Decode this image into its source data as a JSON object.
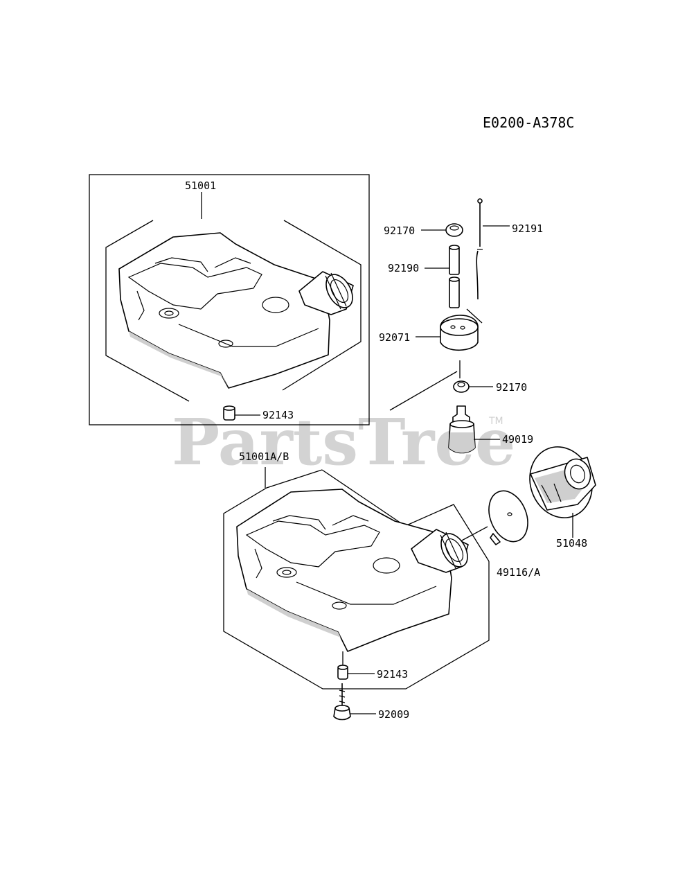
{
  "diagram_code": "E0200-A378C",
  "watermark": {
    "text": "PartsTree",
    "trademark": "TM"
  },
  "callouts": {
    "tank_upper": "51001",
    "tank_lower": "51001A/B",
    "bushing_upper": "92143",
    "bushing_lower": "92143",
    "bolt": "92009",
    "grommet_top": "92170",
    "grommet_mid": "92170",
    "breather_pipe": "92191",
    "fuel_pipe": "92190",
    "grommet_large": "92071",
    "fuel_filter": "49019",
    "tank_cap": "51048",
    "cap_gasket": "49116/A"
  }
}
